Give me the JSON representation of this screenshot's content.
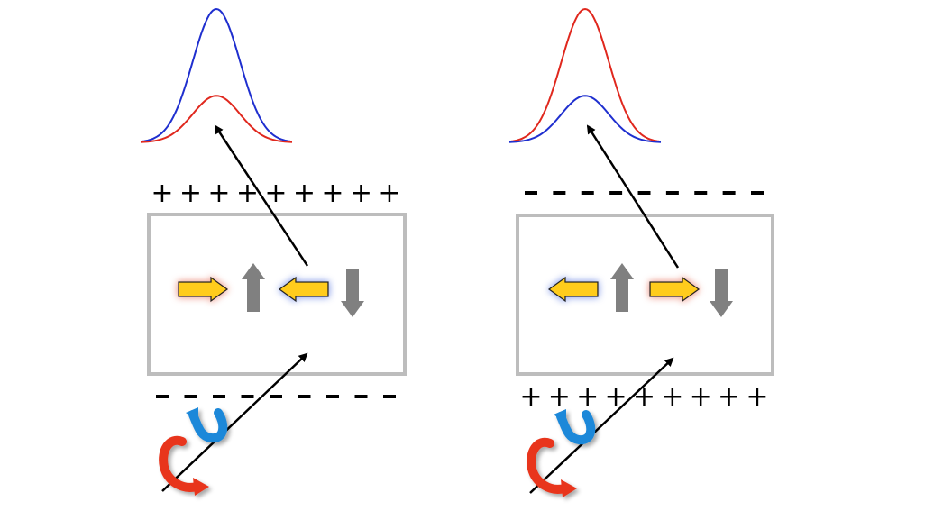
{
  "colors": {
    "blue": "#1f2fcf",
    "red": "#e0281e",
    "box": "#bdbdbd",
    "yellow": "#ffcc1a",
    "gray_arrow": "#808080",
    "spin_blue": "#1e88d9",
    "spin_red": "#e8341c"
  },
  "panels": [
    {
      "id": "left",
      "top_charges": [
        "+",
        "+",
        "+",
        "+",
        "+",
        "+",
        "+",
        "+",
        "+"
      ],
      "bottom_charges": [
        "-",
        "-",
        "-",
        "-",
        "-",
        "-",
        "-",
        "-",
        "-"
      ],
      "peaks": {
        "blue_amplitude": 1.0,
        "red_amplitude": 0.35
      },
      "inner_arrows": [
        "right-red-glow",
        "up",
        "left-blue-glow",
        "down"
      ]
    },
    {
      "id": "right",
      "top_charges": [
        "-",
        "-",
        "-",
        "-",
        "-",
        "-",
        "-",
        "-",
        "-"
      ],
      "bottom_charges": [
        "+",
        "+",
        "+",
        "+",
        "+",
        "+",
        "+",
        "+",
        "+"
      ],
      "peaks": {
        "red_amplitude": 1.0,
        "blue_amplitude": 0.35
      },
      "inner_arrows": [
        "left-blue-glow",
        "up",
        "right-red-glow",
        "down"
      ]
    }
  ]
}
